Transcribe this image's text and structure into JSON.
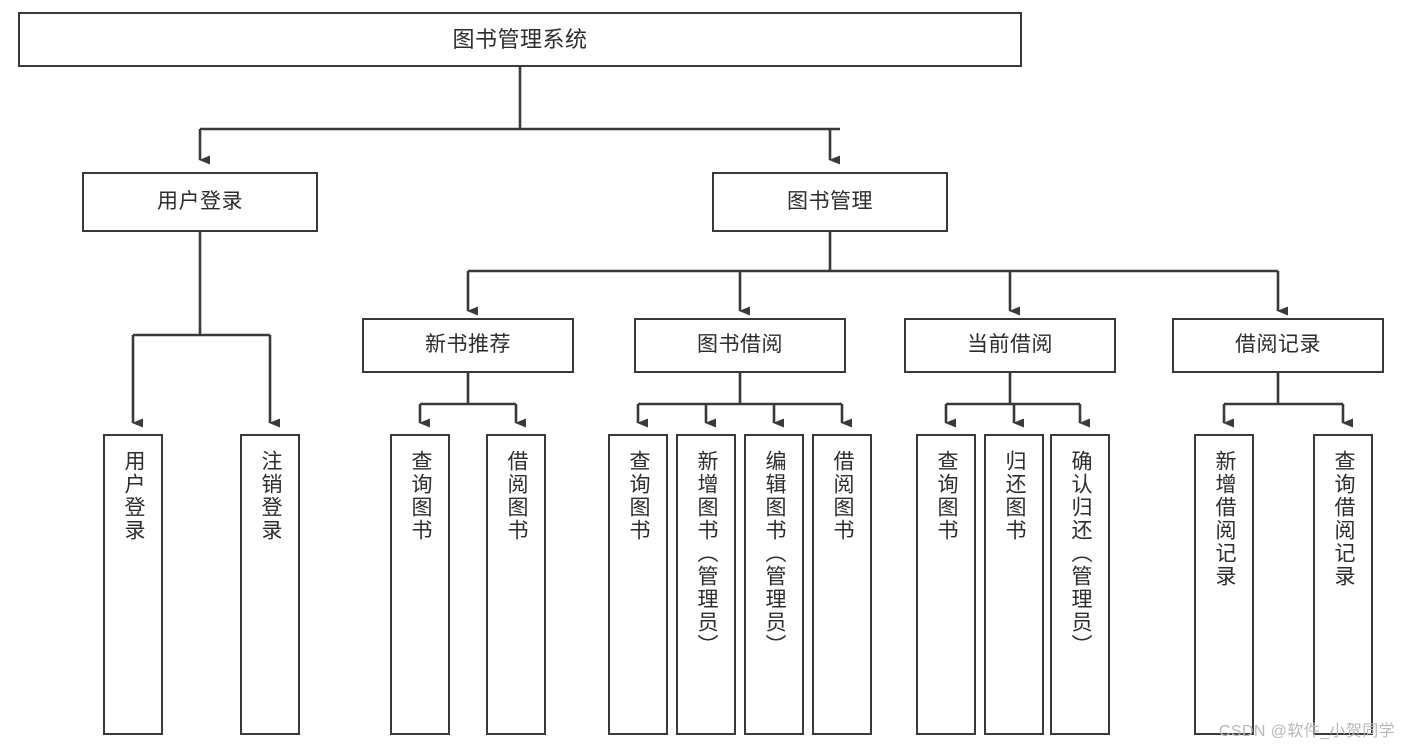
{
  "diagram": {
    "title": "图书管理系统",
    "watermark": "CSDN @软件_小贺同学",
    "colors": {
      "background": "#ffffff",
      "box_fill": "#ffffff",
      "box_border": "#38393b",
      "text": "#2c2c2c",
      "connector": "#38393b",
      "watermark": "#b8b8b8"
    },
    "nodes": {
      "root": {
        "label": "图书管理系统",
        "orientation": "horizontal"
      },
      "level2": [
        {
          "label": "用户登录",
          "orientation": "horizontal"
        },
        {
          "label": "图书管理",
          "orientation": "horizontal"
        }
      ],
      "level3": [
        {
          "label": "新书推荐",
          "orientation": "horizontal"
        },
        {
          "label": "图书借阅",
          "orientation": "horizontal"
        },
        {
          "label": "当前借阅",
          "orientation": "horizontal"
        },
        {
          "label": "借阅记录",
          "orientation": "horizontal"
        }
      ],
      "leaves": {
        "user_login": [
          {
            "label": "用户登录",
            "orientation": "vertical"
          },
          {
            "label": "注销登录",
            "orientation": "vertical"
          }
        ],
        "new_book_recommend": [
          {
            "label": "查询图书",
            "orientation": "vertical"
          },
          {
            "label": "借阅图书",
            "orientation": "vertical"
          }
        ],
        "book_borrow": [
          {
            "label": "查询图书",
            "orientation": "vertical"
          },
          {
            "label": "新增图书（管理员）",
            "orientation": "vertical"
          },
          {
            "label": "编辑图书（管理员）",
            "orientation": "vertical"
          },
          {
            "label": "借阅图书",
            "orientation": "vertical"
          }
        ],
        "current_borrow": [
          {
            "label": "查询图书",
            "orientation": "vertical"
          },
          {
            "label": "归还图书",
            "orientation": "vertical"
          },
          {
            "label": "确认归还（管理员）",
            "orientation": "vertical"
          }
        ],
        "borrow_record": [
          {
            "label": "新增借阅记录",
            "orientation": "vertical"
          },
          {
            "label": "查询借阅记录",
            "orientation": "vertical"
          }
        ]
      }
    }
  }
}
